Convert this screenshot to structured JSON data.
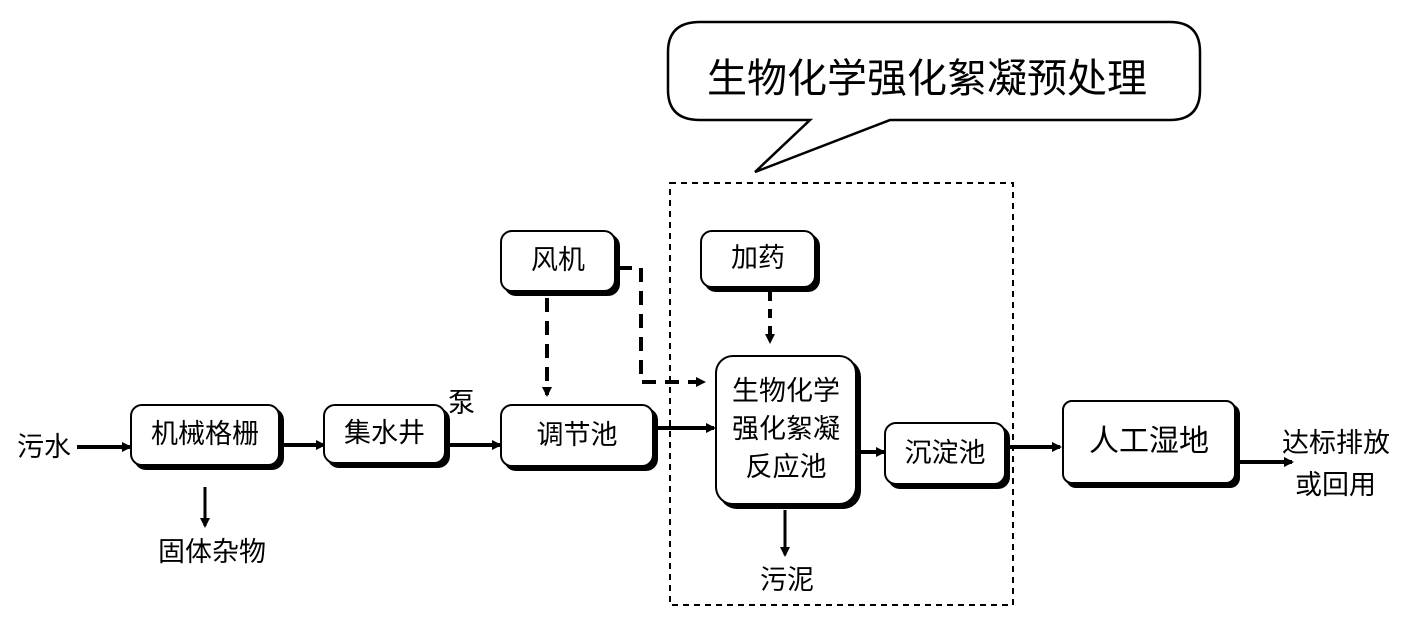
{
  "callout": {
    "text": "生物化学强化絮凝预处理"
  },
  "boxes": {
    "grille": "机械格栅",
    "collection_well": "集水井",
    "equalization_tank": "调节池",
    "blower": "风机",
    "dosing": "加药",
    "reaction_tank_l1": "生物化学",
    "reaction_tank_l2": "强化絮凝",
    "reaction_tank_l3": "反应池",
    "sedimentation_tank": "沉淀池",
    "constructed_wetland": "人工湿地"
  },
  "labels": {
    "influent": "污水",
    "pump": "泵",
    "solid_debris": "固体杂物",
    "sludge": "污泥",
    "effluent_l1": "达标排放",
    "effluent_l2": "或回用"
  }
}
